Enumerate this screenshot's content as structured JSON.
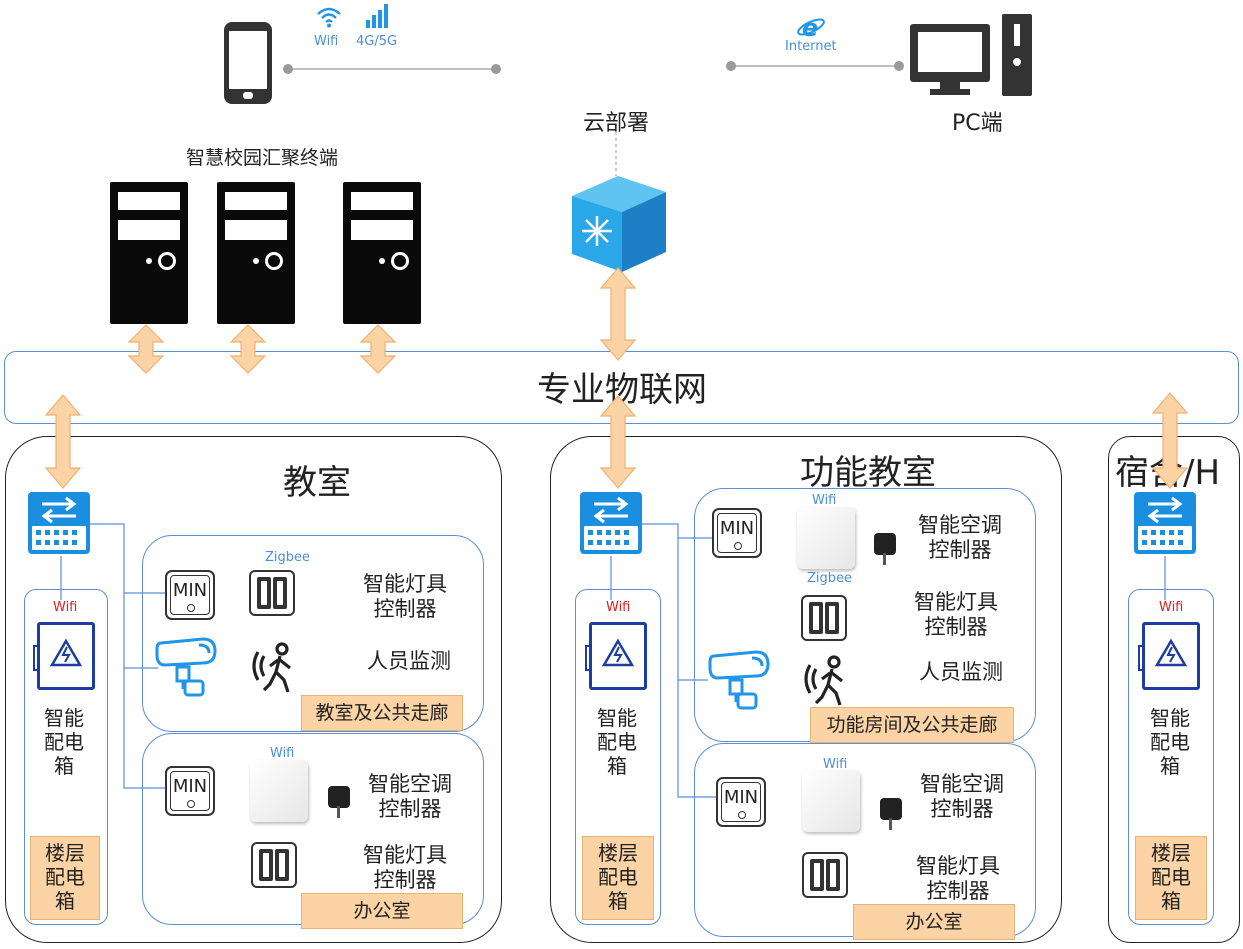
{
  "top": {
    "wifi_label": "Wifi",
    "cell_label": "4G/5G",
    "internet_label": "Internet",
    "cloud_label": "云部署",
    "pc_label": "PC端",
    "terminals_label": "智慧校园汇聚终端"
  },
  "network_label": "专业物联网",
  "zones": {
    "classroom": {
      "title": "教室",
      "cabinet_wifi": "Wifi",
      "cabinet_label": "智能\n配电\n箱",
      "floor_tag": "楼层\n配电\n箱",
      "group1": {
        "zigbee": "Zigbee",
        "min": "MIN",
        "light_label": "智能灯具\n控制器",
        "person_label": "人员监测",
        "tag": "教室及公共走廊"
      },
      "group2": {
        "wifi": "Wifi",
        "min": "MIN",
        "ac_label": "智能空调\n控制器",
        "light_label": "智能灯具\n控制器",
        "tag": "办公室"
      }
    },
    "function": {
      "title": "功能教室",
      "cabinet_wifi": "Wifi",
      "cabinet_label": "智能\n配电\n箱",
      "floor_tag": "楼层\n配电\n箱",
      "group1": {
        "wifi": "Wifi",
        "zigbee": "Zigbee",
        "min": "MIN",
        "ac_label": "智能空调\n控制器",
        "light_label": "智能灯具\n控制器",
        "person_label": "人员监测",
        "tag": "功能房间及公共走廊"
      },
      "group2": {
        "wifi": "Wifi",
        "min": "MIN",
        "ac_label": "智能空调\n控制器",
        "light_label": "智能灯具\n控制器",
        "tag": "办公室"
      }
    },
    "dorm": {
      "title": "宿舍/H",
      "cabinet_wifi": "Wifi",
      "cabinet_label": "智能\n配电\n箱",
      "floor_tag": "楼层\n配电\n箱"
    }
  },
  "colors": {
    "arrow_fill": "#fbd3a4",
    "arrow_stroke": "#efb16e",
    "blue_line": "#5b8fd6",
    "device_blue": "#2196e8",
    "cabinet_blue": "#1d3ea0"
  }
}
